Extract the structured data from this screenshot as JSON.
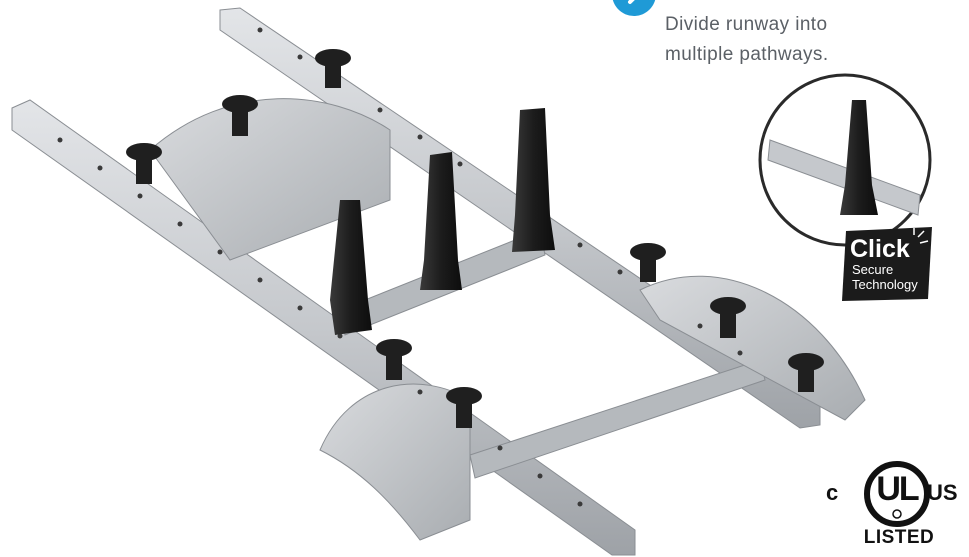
{
  "callout": {
    "line1": "Divide runway into",
    "line2": "multiple pathways."
  },
  "click_badge": {
    "brand": "Click",
    "line1": "Secure",
    "line2": "Technology"
  },
  "ul_mark": {
    "left": "c",
    "center": "UL",
    "right": "US",
    "bottom": "LISTED"
  },
  "colors": {
    "accent_blue": "#1f9ad6",
    "rail_metal": "#c9ccd0",
    "post_black": "#1c1c1c",
    "text_gray": "#5b6066",
    "badge_dark": "#1b1b1b"
  },
  "icons": [
    "chevron-right-icon",
    "post-divider-icon",
    "click-spark-icon"
  ]
}
